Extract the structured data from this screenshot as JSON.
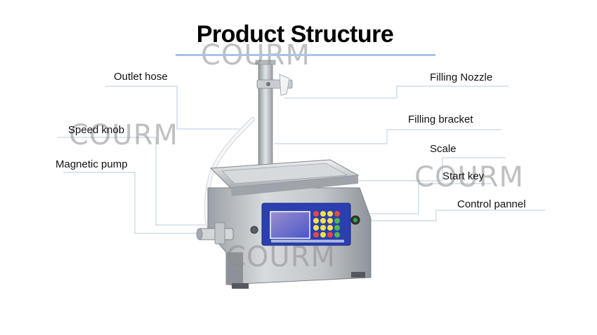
{
  "title": "Product Structure",
  "watermark": "COURM",
  "labels": {
    "outlet_hose": "Outlet hose",
    "speed_knob": "Speed knob",
    "magnetic_pump": "Magnetic pump",
    "filling_nozzle": "Filling Nozzle",
    "filling_bracket": "Filling bracket",
    "scale": "Scale",
    "start_key": "Start key",
    "control_panel": "Control pannel"
  },
  "colors": {
    "leader_line": "#b9cbe0",
    "title_rule": "#a9c3e8",
    "panel_blue": "#2b3fb0",
    "steel": "#c9cdd2"
  }
}
